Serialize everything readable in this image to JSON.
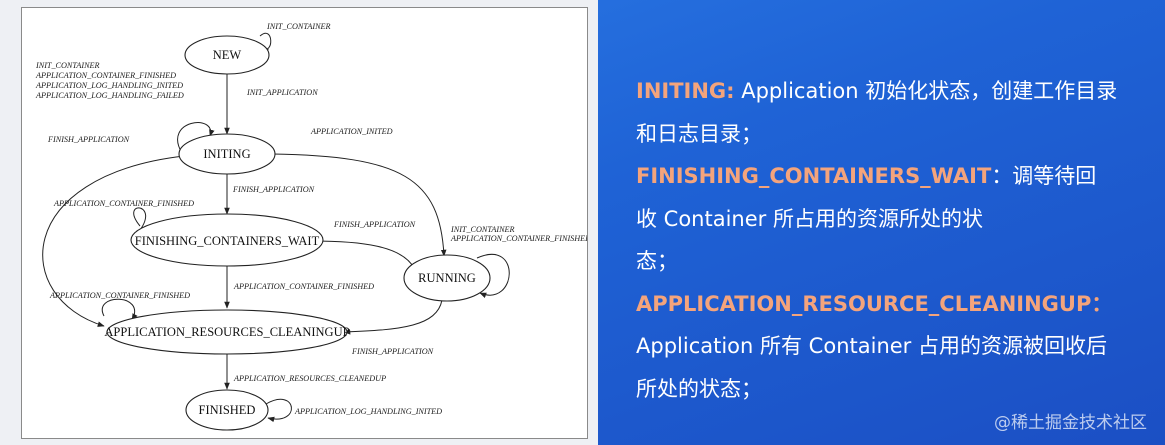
{
  "diagram": {
    "states": {
      "new": "NEW",
      "initing": "INITING",
      "finishing": "FINISHING_CONTAINERS_WAIT",
      "running": "RUNNING",
      "cleaning": "APPLICATION_RESOURCES_CLEANINGUP",
      "finished": "FINISHED"
    },
    "events": {
      "new_self": "INIT_CONTAINER",
      "new_left_1": "INIT_CONTAINER",
      "new_left_2": "APPLICATION_CONTAINER_FINISHED",
      "new_left_3": "APPLICATION_LOG_HANDLING_INITED",
      "new_left_4": "APPLICATION_LOG_HANDLING_FAILED",
      "new_to_initing": "INIT_APPLICATION",
      "initing_left": "FINISH_APPLICATION",
      "initing_to_running": "APPLICATION_INITED",
      "initing_to_finishing": "FINISH_APPLICATION",
      "finishing_self": "APPLICATION_CONTAINER_FINISHED",
      "running_to_finishing": "FINISH_APPLICATION",
      "running_self_1": "INIT_CONTAINER",
      "running_self_2": "APPLICATION_CONTAINER_FINISHED",
      "finishing_to_cleaning": "APPLICATION_CONTAINER_FINISHED",
      "cleaning_self": "APPLICATION_CONTAINER_FINISHED",
      "running_to_cleaning": "FINISH_APPLICATION",
      "cleaning_to_finished": "APPLICATION_RESOURCES_CLEANEDUP",
      "finished_self": "APPLICATION_LOG_HANDLING_INITED"
    }
  },
  "explanations": {
    "initing_key": "INITING:",
    "initing_desc_1": " Application 初始化状态，创建工作目录",
    "initing_desc_2": "和日志目录；",
    "finishing_key": "FINISHING_CONTAINERS_WAIT",
    "finishing_desc_1": "：调等待回",
    "finishing_desc_2": "收 Container 所占用的资源所处的状",
    "finishing_desc_3": "态；",
    "cleaning_key": "APPLICATION_RESOURCE_CLEANINGUP：",
    "cleaning_desc_1": "Application 所有 Container 占用的资源被回收后",
    "cleaning_desc_2": "所处的状态；"
  },
  "watermark": "@稀土掘金技术社区",
  "colors": {
    "keyword": "#f4a47c",
    "background": "#1f63d6",
    "text": "#ffffff"
  }
}
